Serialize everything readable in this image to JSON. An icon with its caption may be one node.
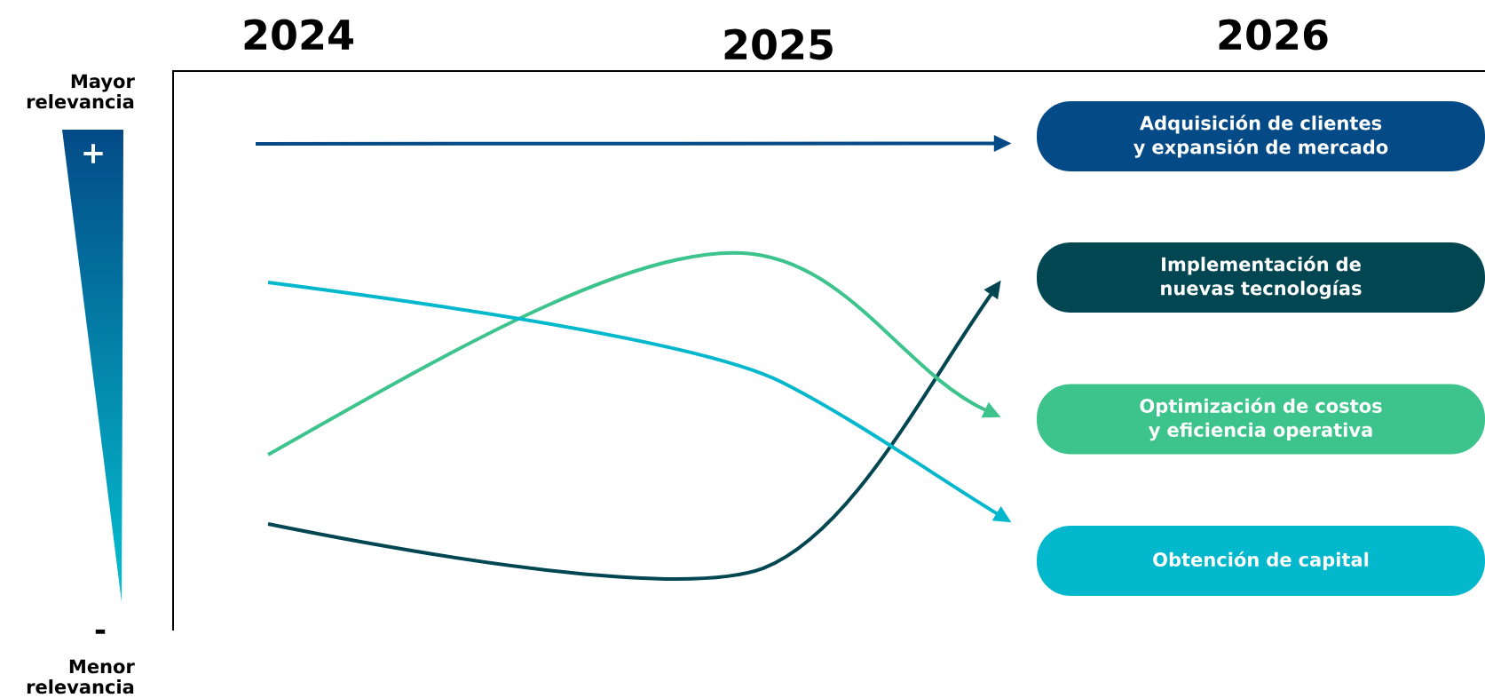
{
  "diagram": {
    "nodes": [
      {
        "text": [
          "Adquisición de clientes y expansión de mercado"
        ]
      },
      {
        "text": [
          "Implementación de nuevas tecnologías"
        ]
      },
      {
        "text": [
          "Optimización de costos y eficiencia operativa"
        ]
      },
      {
        "text": [
          "Obtención de capital"
        ]
      }
    ],
    "edges": [
      {
        "from": null,
        "to": 0,
        "arrow": "to",
        "color": "#034a87"
      },
      {
        "from": null,
        "to": 1,
        "arrow": "to",
        "color": "#024652"
      },
      {
        "from": null,
        "to": 2,
        "arrow": "to",
        "color": "#3dc48c"
      },
      {
        "from": null,
        "to": 3,
        "arrow": "to",
        "color": "#03b8cc"
      }
    ],
    "labels": [
      "2024",
      "2025",
      "2026",
      "Mayor relevancia",
      "+",
      "-",
      "Menor relevancia"
    ]
  }
}
